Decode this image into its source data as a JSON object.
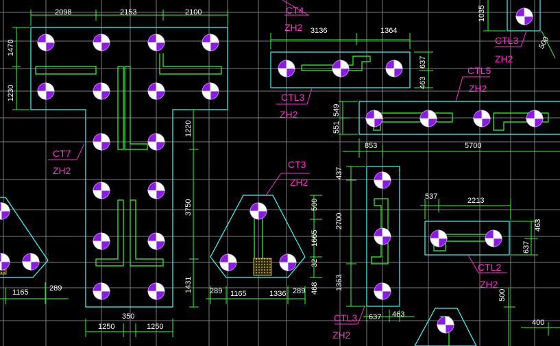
{
  "caps": {
    "ct7": {
      "name": "CT7",
      "mark": "ZH2"
    },
    "ct4": {
      "name": "CT4",
      "mark": "ZH2"
    },
    "ct3": {
      "name": "CT3",
      "mark": "ZH2"
    },
    "ctl3_a": {
      "name": "CTL3",
      "mark": "ZH2"
    },
    "ctl3_b": {
      "name": "CTL3",
      "mark": "ZH2"
    },
    "ctl3_c": {
      "name": "CTL3",
      "mark": "ZH2"
    },
    "ctl5": {
      "name": "CTL5",
      "mark": "ZH2"
    },
    "ctl2": {
      "name": "CTL2",
      "mark": "ZH2"
    }
  },
  "dims": {
    "d2098": "2098",
    "d2153": "2153",
    "d2100": "2100",
    "d1470": "1470",
    "d1230": "1230",
    "d1220": "1220",
    "d3750": "3750",
    "d1431": "1431",
    "d1250a": "1250",
    "d350": "350",
    "d1250b": "1250",
    "d1165a": "1165",
    "d289a": "289",
    "d3136": "3136",
    "d1364": "1364",
    "d637a": "637",
    "d463a": "463",
    "d1035": "1035",
    "d500a": "500",
    "d549": "549",
    "d551": "551",
    "d853": "853",
    "d5700": "5700",
    "d437": "437",
    "d2700": "2700",
    "d1363": "1363",
    "d637b": "637",
    "d463b": "463",
    "d500b": "500",
    "d1665": "1665",
    "d32": "32",
    "d468": "468",
    "d289b": "289",
    "d1165b": "1165",
    "d1336": "1336",
    "d289c": "289",
    "d537": "537",
    "d2213": "2213",
    "d463c": "463",
    "d637c": "637",
    "d500c": "500",
    "d400": "400"
  },
  "colors": {
    "background": "#000000",
    "cap_outline": "#39ffff",
    "beam_and_dimension": "#32ff32",
    "pile_fill": "#8a1ce0",
    "label": "#ff2fd0",
    "grid": "#7c7c7c",
    "dimension_text": "#ffffff",
    "hatch": "#ffd23c"
  }
}
